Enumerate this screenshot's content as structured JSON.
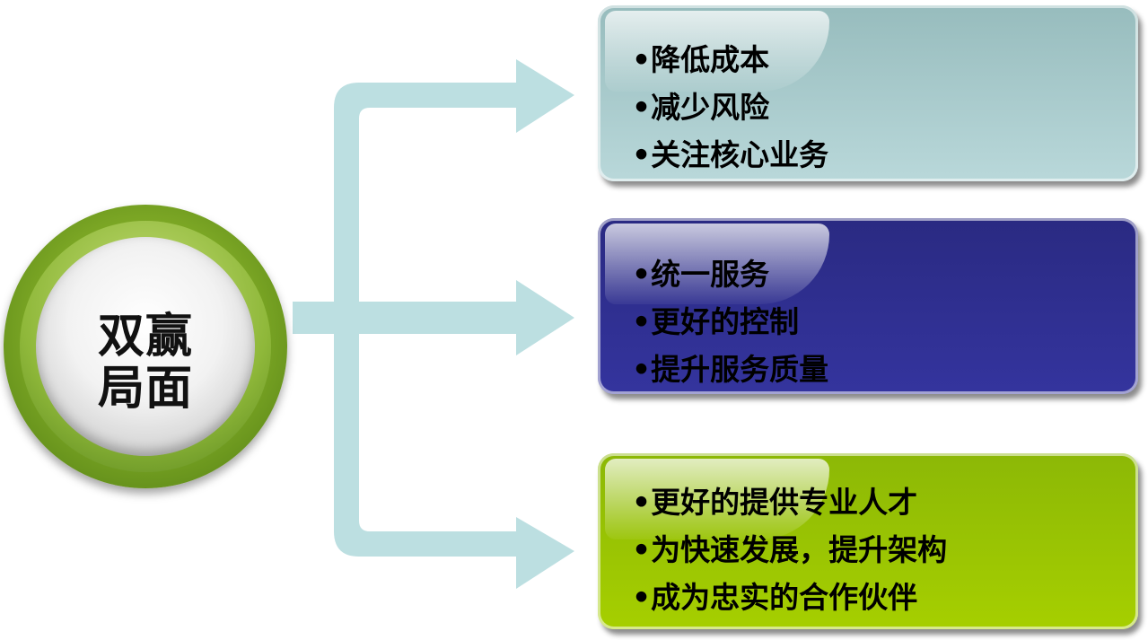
{
  "center": {
    "line1": "双赢",
    "line2": "局面"
  },
  "groups": [
    {
      "items": [
        "•降低成本",
        "•减少风险",
        "•关注核心业务"
      ]
    },
    {
      "items": [
        "•统一服务",
        "•更好的控制",
        "•提升服务质量"
      ]
    },
    {
      "items": [
        "•更好的提供专业人才",
        "•为快速发展，提升架构",
        "•成为忠实的合作伙伴"
      ]
    }
  ],
  "colors": {
    "arrow": "#bcdfe1",
    "box1": "#b0d0d2",
    "box2": "#2e2e8f",
    "box3": "#99c400",
    "circle_ring": "#8cb43a"
  }
}
